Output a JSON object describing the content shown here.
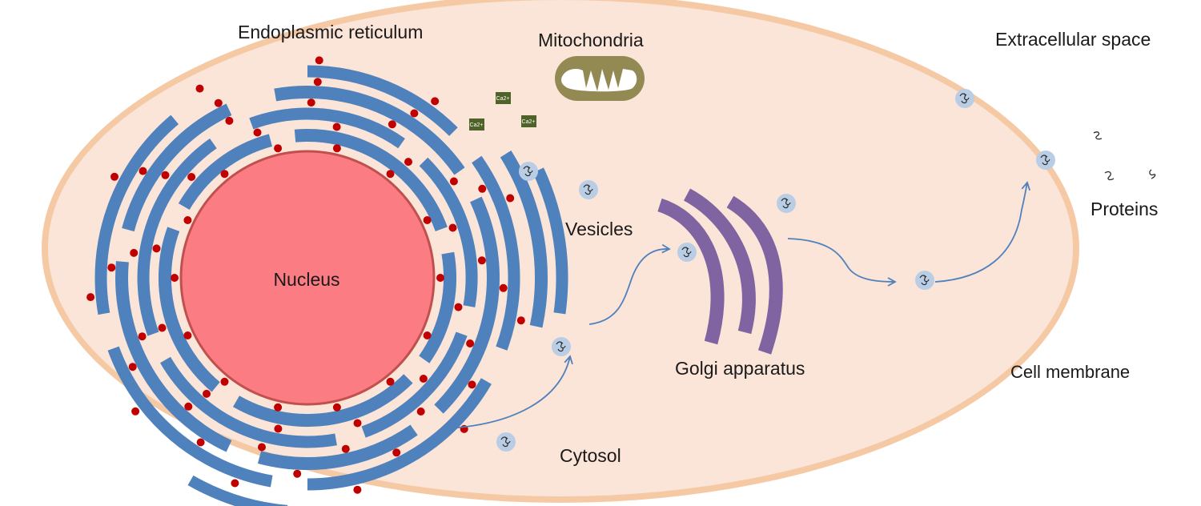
{
  "labels": {
    "endoplasmic_reticulum": "Endoplasmic reticulum",
    "mitochondria": "Mitochondria",
    "extracellular_space": "Extracellular space",
    "vesicles": "Vesicles",
    "nucleus": "Nucleus",
    "golgi_apparatus": "Golgi apparatus",
    "cell_membrane": "Cell membrane",
    "proteins": "Proteins",
    "cytosol": "Cytosol",
    "calcium_ion": "Ca2+"
  },
  "colors": {
    "cytoplasm": "#fbe5d8",
    "membrane": "#f6c9a5",
    "nucleus": "#fb7c82",
    "nucleus_border": "#c0504d",
    "er": "#4f81bd",
    "ribosome": "#c00000",
    "golgi": "#8064a2",
    "mitochondria": "#938953",
    "calcium": "#4f6228",
    "vesicle": "#b9cde5",
    "arrow": "#4f81bd"
  }
}
